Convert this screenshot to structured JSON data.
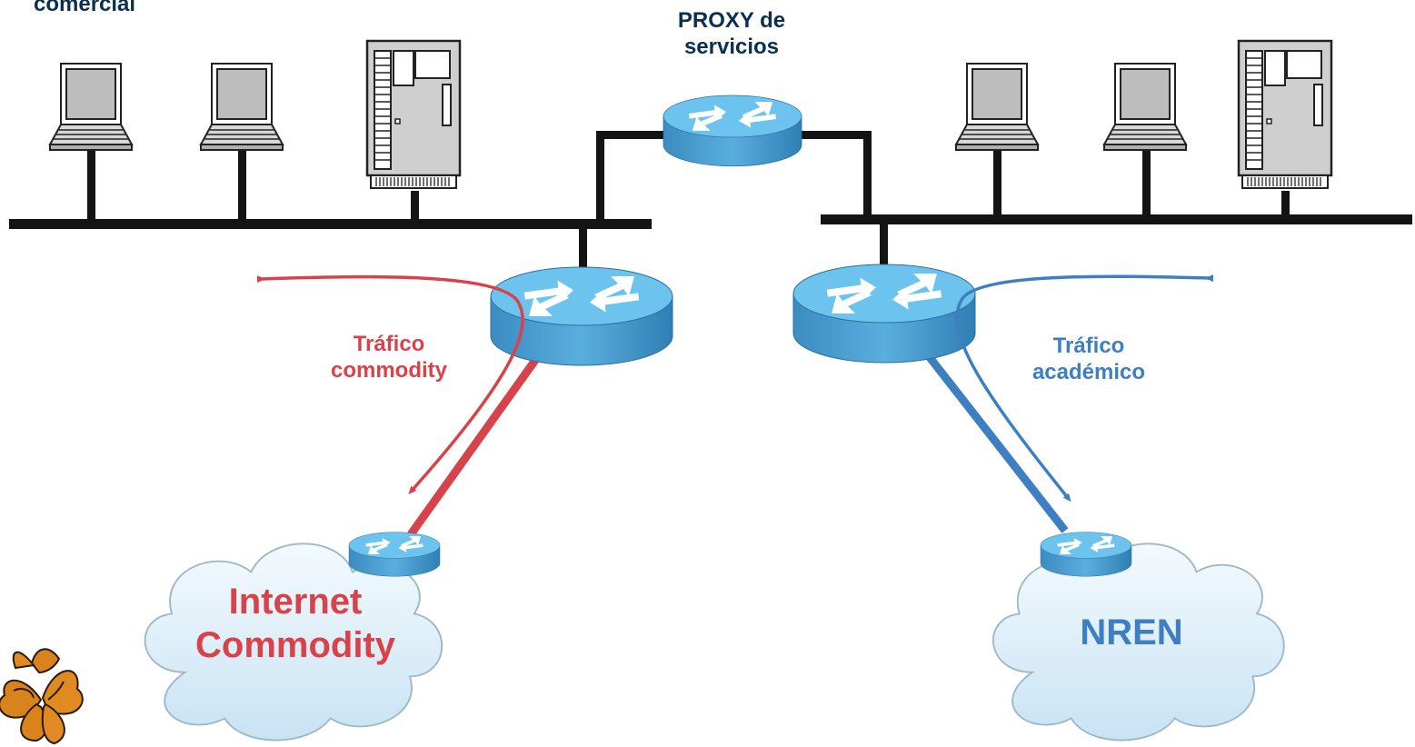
{
  "labels": {
    "comercial": "comercial",
    "proxy_line1": "PROXY de",
    "proxy_line2": "servicios",
    "commodity_traffic_line1": "Tráfico",
    "commodity_traffic_line2": "commodity",
    "academic_traffic_line1": "Tráfico",
    "academic_traffic_line2": "académico",
    "internet_line1": "Internet",
    "internet_line2": "Commodity",
    "nren": "NREN"
  },
  "colors": {
    "commodity": "#d8424a",
    "academic": "#3e7fc1",
    "label_dark": "#0d2f4f",
    "bus": "#141414",
    "router_top": "#6cc4ee",
    "router_side": "#3d8fc4",
    "cloud_fill": "#dceef8"
  },
  "icons": [
    "laptop-icon",
    "server-icon",
    "router-icon",
    "cloud-icon",
    "butterfly-icon"
  ]
}
